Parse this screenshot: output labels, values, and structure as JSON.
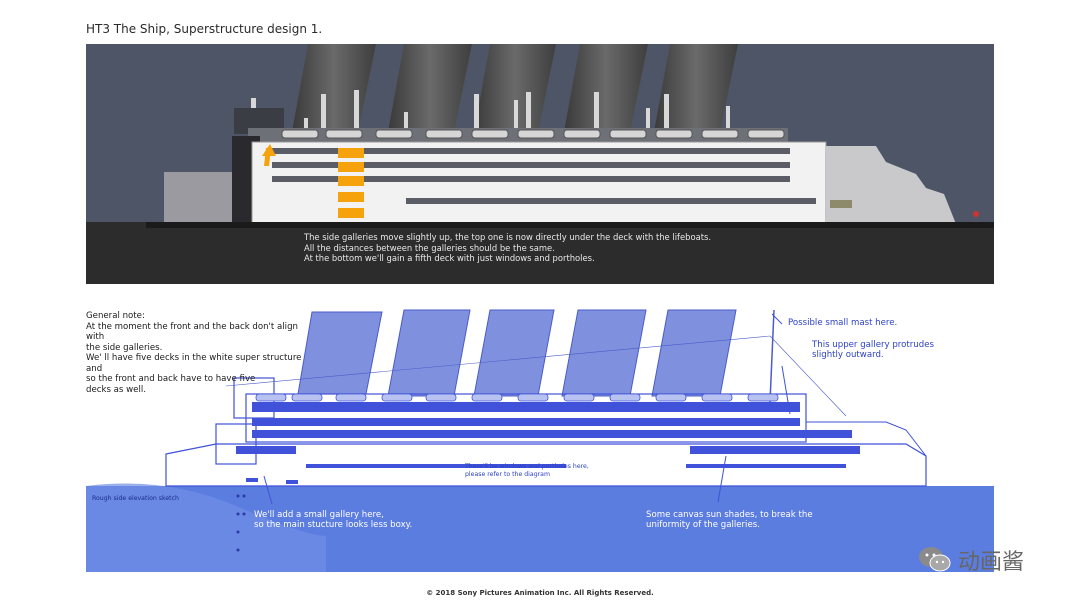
{
  "title": "HT3 The Ship, Superstructure design 1.",
  "top_caption": [
    "The side galleries move slightly up, the top one is now directly under the deck with the lifeboats.",
    "All the distances between the galleries should be the same.",
    "At the bottom we'll gain a fifth deck with just windows and portholes."
  ],
  "general_note": [
    "General note:",
    "At the moment the front and the back don't align with",
    "the side galleries.",
    "We' ll have five decks in the white super structure and",
    "so the front and back have to have five",
    "decks as well."
  ],
  "annotations": {
    "mast": "Possible small mast here.",
    "upper_gallery": [
      "This upper gallery protrudes",
      "slightly outward."
    ],
    "windows": [
      "There'll be windows and portholes here,",
      "please refer to the diagram"
    ],
    "rough_sketch": "Rough side elevation sketch",
    "small_gallery": [
      "We'll add a small gallery here,",
      "so the main stucture looks less boxy."
    ],
    "sun_shades": [
      "Some canvas sun shades, to break the",
      "uniformity of the galleries."
    ]
  },
  "copyright": "© 2018 Sony Pictures Animation Inc. All Rights Reserved.",
  "watermark": "动画酱",
  "colors": {
    "top_sky": "#4e5566",
    "top_sea": "#2c2c2c",
    "orange": "#f5a20c",
    "sketch_blue": "#3f52d9",
    "funnel_blue": "#7f90de",
    "sea_blue": "#5c7de0"
  },
  "icons": [
    "wechat-icon"
  ]
}
